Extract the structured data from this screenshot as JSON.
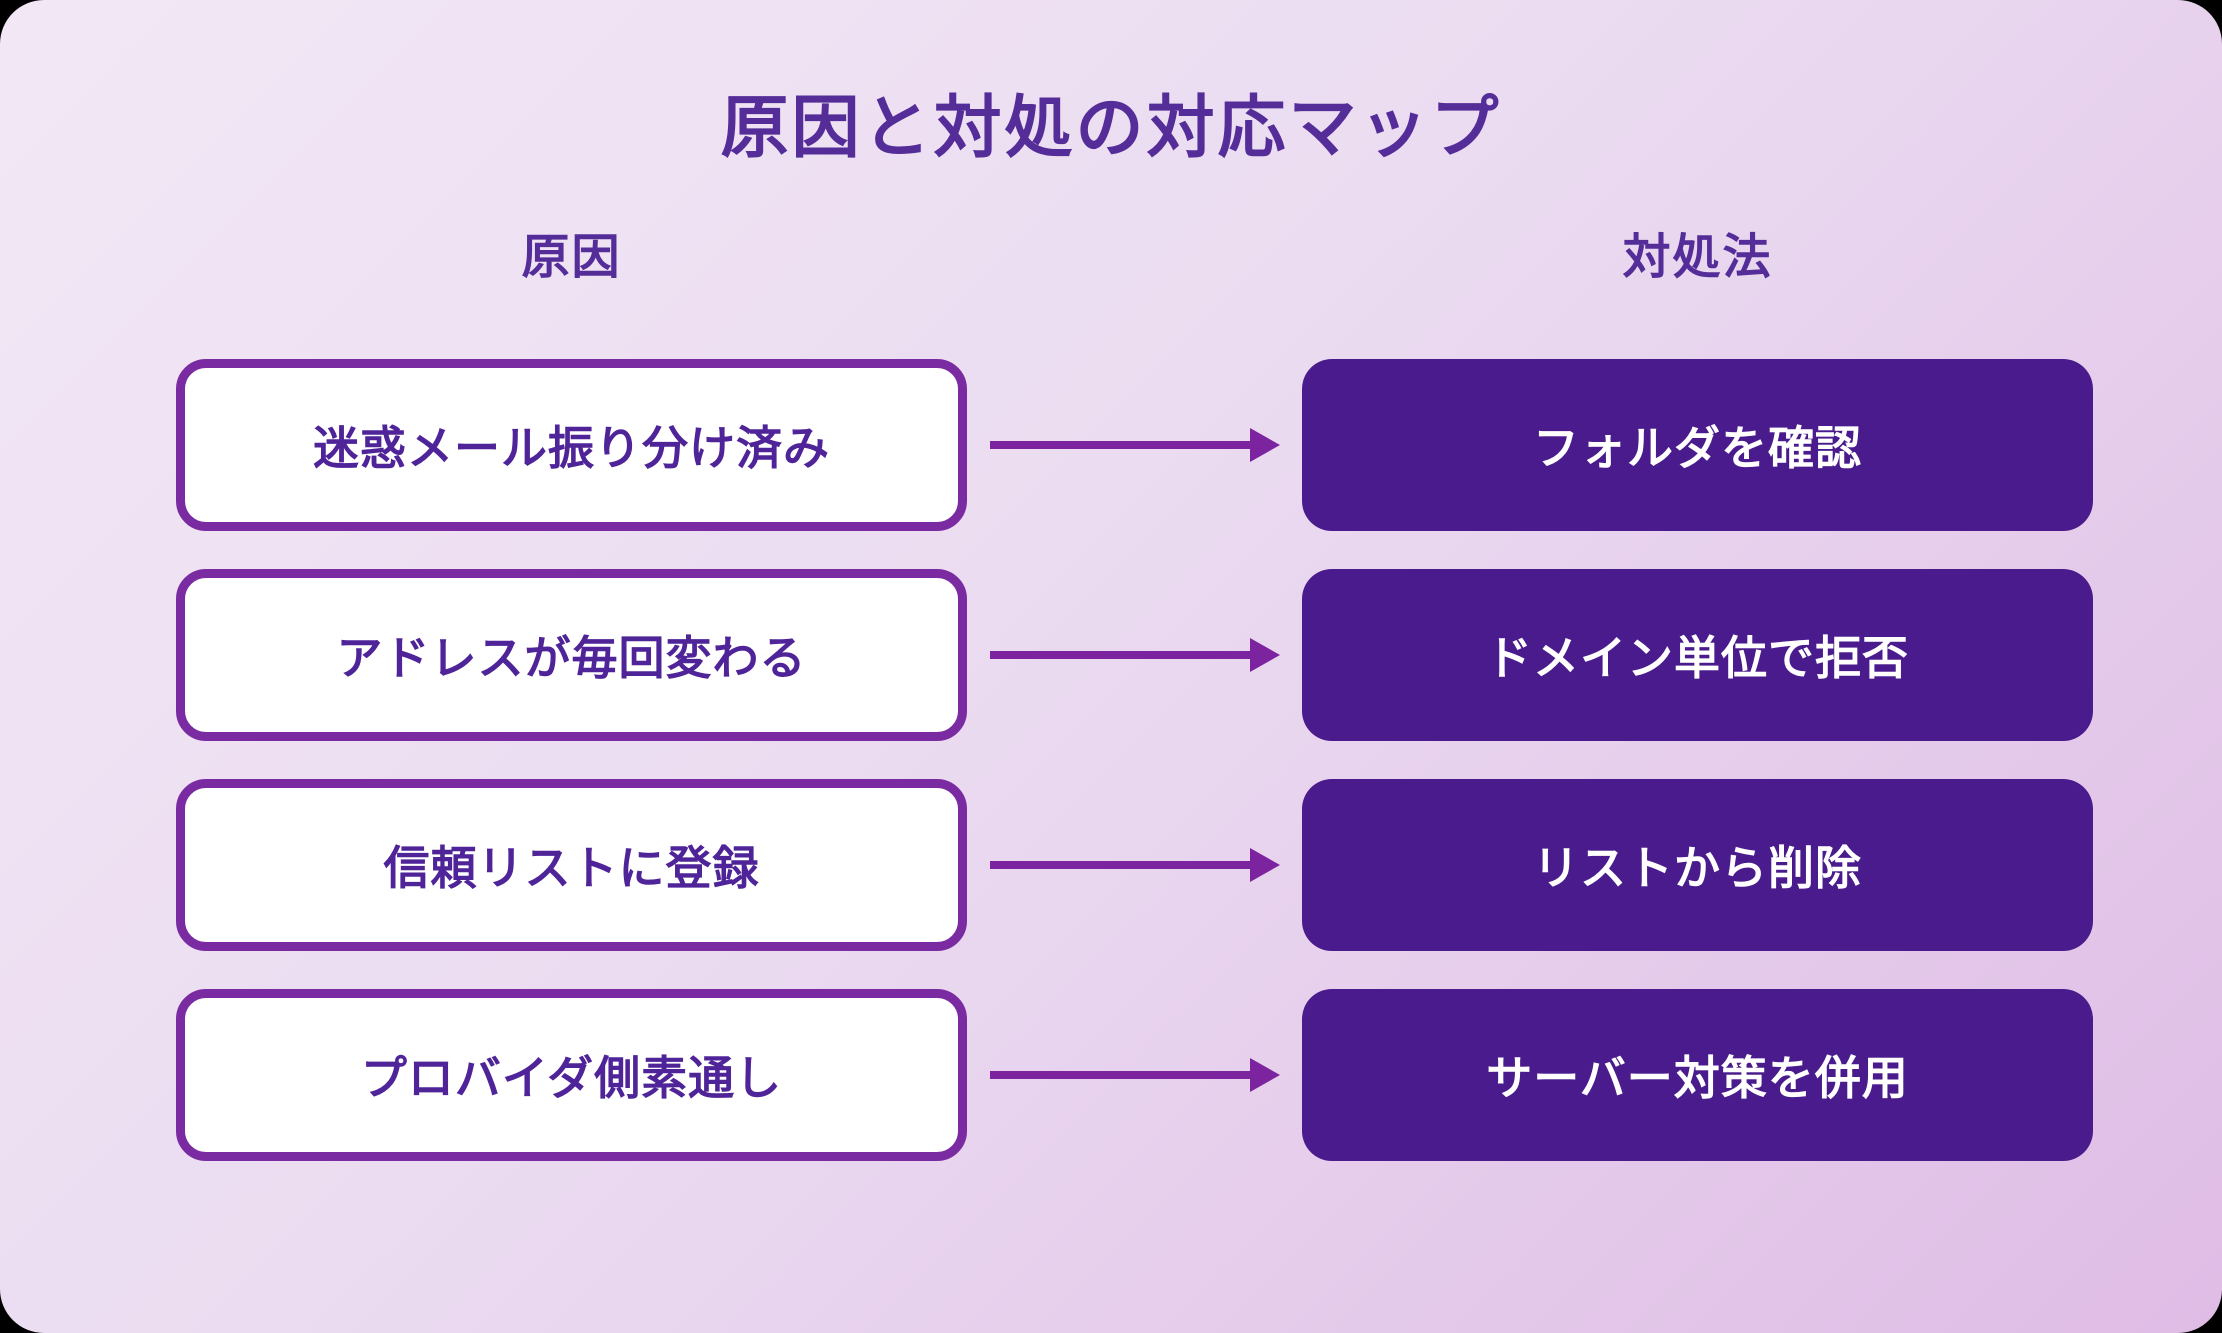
{
  "title": "原因と対処の対応マップ",
  "columns": {
    "left_header": "原因",
    "right_header": "対処法"
  },
  "rows": [
    {
      "cause": "迷惑メール振り分け済み",
      "solution": "フォルダを確認"
    },
    {
      "cause": "アドレスが毎回変わる",
      "solution": "ドメイン単位で拒否"
    },
    {
      "cause": "信頼リストに登録",
      "solution": "リストから削除"
    },
    {
      "cause": "プロバイダ側素通し",
      "solution": "サーバー対策を併用"
    }
  ],
  "colors": {
    "background_start": "#F2E8F5",
    "background_end": "#DFBCE5",
    "heading_text": "#552D99",
    "cause_border": "#7B2BA1",
    "cause_text": "#4F2499",
    "solution_bg": "#4A1B8C",
    "solution_text": "#FFFFFF",
    "arrow": "#7C24A0"
  }
}
